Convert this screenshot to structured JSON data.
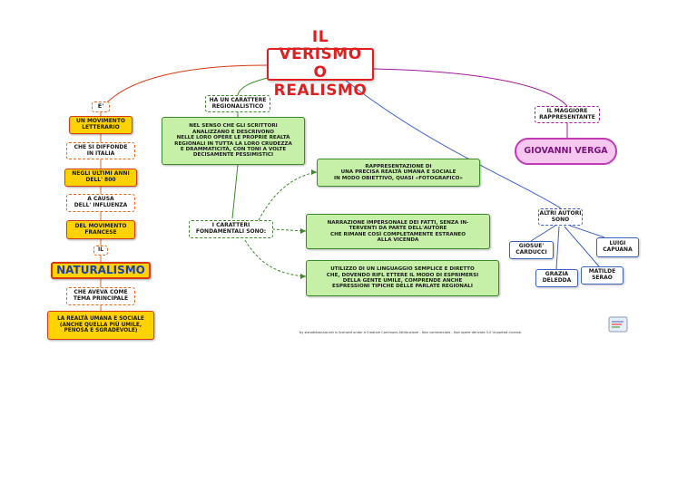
{
  "colors": {
    "red": "#e02020",
    "orange_border": "#d53a12",
    "yellow_fill": "#ffd200",
    "green_border": "#3c8a2a",
    "green_fill": "#c6f0a8",
    "blue": "#3f62c8",
    "purple": "#a21a9c",
    "pink_fill": "#f7c8ef",
    "naturalismo_text": "#1c3fb0"
  },
  "title": "IL VERISMO\nO REALISMO",
  "left_branch": {
    "link_e": "E'",
    "movimento": "UN MOVIMENTO\nLETTERARIO",
    "si_diffonde": "CHE SI DIFFONDE\nIN ITALIA",
    "ultimi_anni": "NEGLI ULTIMI ANNI\nDELL' 800",
    "causa": "A CAUSA\nDELL' INFLUENZA",
    "francese": "DEL MOVIMENTO\nFRANCESE",
    "link_il": "IL",
    "naturalismo": "NATURALISMO",
    "tema": "CHE AVEVA COME\nTEMA PRINCIPALE",
    "realta": "LA REALTÀ UMANA E SOCIALE\n(ANCHE QUELLA PIÙ UMILE,\nPENOSA E SGRADEVOLE)"
  },
  "center_branch": {
    "regionalistico": "HA UN CARATTERE\nREGIONALISTICO",
    "scrittori": "NEL SENSO CHE  GLI SCRITTORI\nANALIZZANO E DESCRIVONO\nNELLE LORO OPERE LE PROPRIE REALTÀ\nREGIONALI IN TUTTA LA LORO CRUDEZZA\nE DRAMMATICITÀ, CON TONI A VOLTE\nDECISAMENTE PESSIMISTICI",
    "caratteri": "I CARATTERI\nFONDAMENTALI SONO:",
    "rappresentazione": "RAPPRESENTAZIONE DI\nUNA PRECISA REALTÀ UMANA E SOCIALE\nIN MODO OBIETTIVO, QUASI «FOTOGRAFICO»",
    "narrazione": "NARRAZIONE IMPERSONALE DEI FATTI, SENZA IN-\nTERVENTI  DA PARTE DELL'AUTORE\nCHE RIMANE COSÌ COMPLETAMENTE ESTRANEO\nALLA VICENDA",
    "linguaggio": "UTILIZZO DI UN LINGUAGGIO SEMPLICE E DIRETTO\nCHE, DOVENDO RIFL ETTERE IL MODO DI ESPRIMERSI\nDELLA GENTE UMILE, COMPRENDE ANCHE\nESPRESSIONI TIPICHE DELLE PARLATE REGIONALI"
  },
  "right_branch": {
    "maggiore": "IL MAGGIORE\nRAPPRESENTANTE",
    "verga": "GIOVANNI VERGA",
    "altri": "ALTRI AUTORI\nSONO",
    "carducci": "GIOSUE'\nCARDUCCI",
    "deledda": "GRAZIA\nDELEDDA",
    "serao": "MATILDE\nSERAO",
    "capuana": "LUIGI\nCAPUANA"
  },
  "credit": "by sistodidascalo.net is licensed under a Creative Commons Attribuzione - Non commerciale - Non opere derivate 3.0 Unported License."
}
